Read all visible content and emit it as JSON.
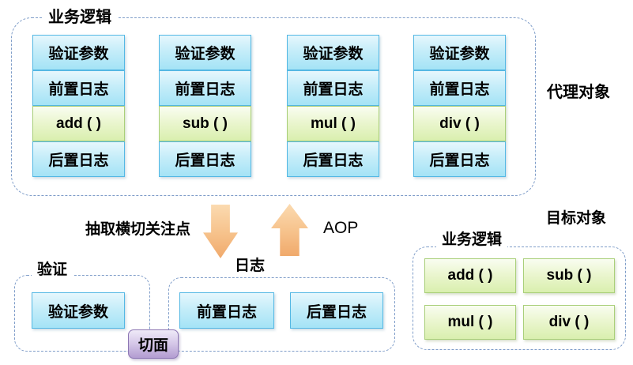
{
  "proxy": {
    "label": "业务逻辑",
    "side_label": "代理对象",
    "columns": [
      [
        "验证参数",
        "前置日志",
        "add ( )",
        "后置日志"
      ],
      [
        "验证参数",
        "前置日志",
        "sub ( )",
        "后置日志"
      ],
      [
        "验证参数",
        "前置日志",
        "mul ( )",
        "后置日志"
      ],
      [
        "验证参数",
        "前置日志",
        "div ( )",
        "后置日志"
      ]
    ]
  },
  "arrows": {
    "extract_label": "抽取横切关注点",
    "aop_label": "AOP"
  },
  "aspects": {
    "validation": {
      "label": "验证",
      "box": "验证参数"
    },
    "logging": {
      "label": "日志",
      "boxes": [
        "前置日志",
        "后置日志"
      ]
    },
    "aspect_tag": "切面"
  },
  "target": {
    "title": "目标对象",
    "label": "业务逻辑",
    "methods": [
      "add ( )",
      "sub ( )",
      "mul ( )",
      "div ( )"
    ]
  },
  "colors": {
    "blue_box_border": "#54b8e4",
    "blue_box_fill": "#a4e3f6",
    "green_box_border": "#a9cf79",
    "green_box_fill": "#d9efae",
    "purple_box_border": "#8d77b4",
    "purple_box_fill": "#b29cd1",
    "arrow_fill": "#f5bc82",
    "dashed_border": "#7f9dc9"
  }
}
